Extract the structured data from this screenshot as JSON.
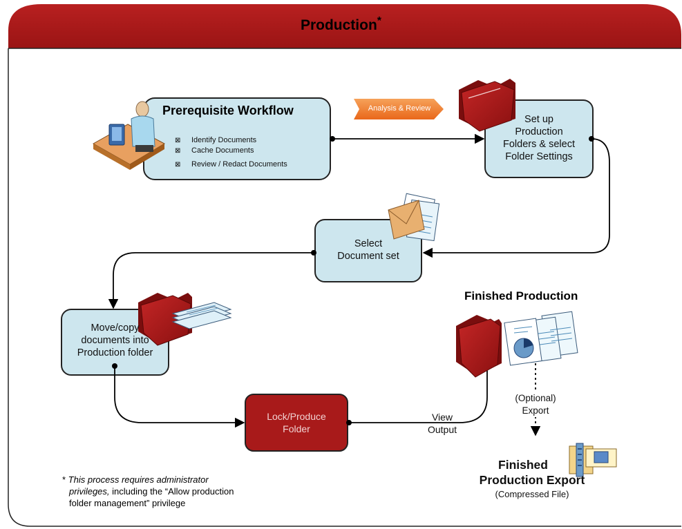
{
  "header": {
    "title": "Production",
    "title_mark": "*"
  },
  "colors": {
    "header": "#a81a1a",
    "box_fill": "#cde6ee",
    "box_border": "#222222",
    "produce_fill": "#a81a1a",
    "badge": "#f07a28"
  },
  "prereq": {
    "title": "Prerequisite Workflow",
    "bullet_mark": "⊠",
    "items": [
      "Identify Documents",
      "Cache Documents",
      "Review / Redact Documents"
    ]
  },
  "badge": {
    "label": "Analysis & Review"
  },
  "setup": {
    "lines": [
      "Set up",
      "Production",
      "Folders & select",
      "Folder Settings"
    ]
  },
  "select": {
    "lines": [
      "Select",
      "Document set"
    ]
  },
  "move": {
    "lines": [
      "Move/copy",
      "documents into",
      "Production folder"
    ]
  },
  "produce": {
    "lines": [
      "Lock/Produce",
      "Folder"
    ]
  },
  "view_output": {
    "lines": [
      "View",
      "Output"
    ]
  },
  "finished": {
    "title": "Finished Production"
  },
  "optional_export": {
    "lines": [
      "(Optional)",
      "Export"
    ]
  },
  "export": {
    "lines": [
      "Finished",
      "Production Export"
    ],
    "note": "(Compressed File)"
  },
  "footnote": {
    "star": "* ",
    "line1": "This process requires administrator",
    "line2_italic": "privileges,",
    "line2_rest": " including the “Allow production",
    "line3": "folder management” privilege"
  },
  "icons": [
    "person-at-computer-icon",
    "folder-icon",
    "envelope-documents-icon",
    "folder-documents-icon",
    "report-documents-icon",
    "compressed-file-icon"
  ]
}
